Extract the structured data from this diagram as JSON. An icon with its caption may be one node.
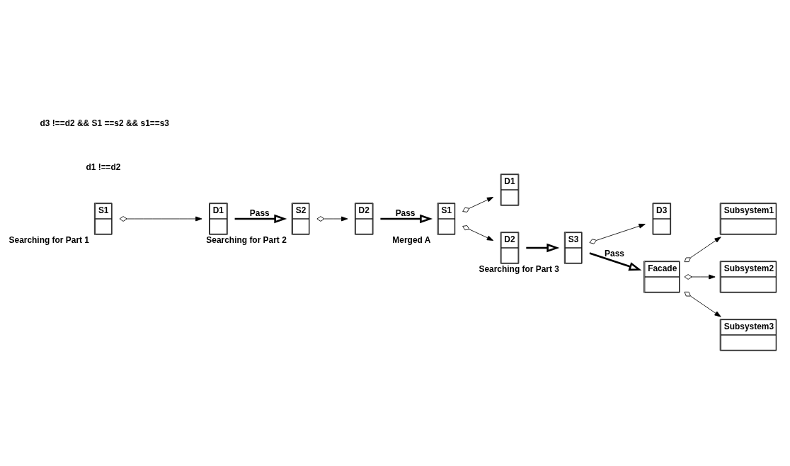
{
  "diagram": {
    "nodes": [
      {
        "text": [
          "S1"
        ],
        "beside": [
          "Searching for Part 1"
        ]
      },
      {
        "text": [
          "D1"
        ]
      },
      {
        "text": [
          "S2"
        ],
        "beside": [
          "Searching for Part 2"
        ]
      },
      {
        "text": [
          "D2"
        ]
      },
      {
        "text": [
          "S1"
        ],
        "beside": [
          "Merged A"
        ]
      },
      {
        "text": [
          "D1"
        ]
      },
      {
        "text": [
          "D2"
        ]
      },
      {
        "text": [
          "S3"
        ],
        "beside": [
          "Searching for Part 3"
        ]
      },
      {
        "text": [
          "D3"
        ]
      },
      {
        "text": [
          "Facade"
        ]
      },
      {
        "text": [
          "Subsystem1"
        ]
      },
      {
        "text": [
          "Subsystem2"
        ]
      },
      {
        "text": [
          "Subsystem3"
        ]
      }
    ],
    "edges": [
      {
        "from": 0,
        "to": 1,
        "arrow": "to"
      },
      {
        "from": 1,
        "to": 2,
        "arrow": "to",
        "label": "Pass",
        "style": "thick"
      },
      {
        "from": 2,
        "to": 3,
        "arrow": "to"
      },
      {
        "from": 3,
        "to": 4,
        "arrow": "to",
        "label": "Pass",
        "style": "thick"
      },
      {
        "from": 4,
        "to": 5,
        "arrow": "to"
      },
      {
        "from": 4,
        "to": 6,
        "arrow": "to"
      },
      {
        "from": 6,
        "to": 7,
        "arrow": "to",
        "style": "thick"
      },
      {
        "from": 7,
        "to": 8,
        "arrow": "to"
      },
      {
        "from": 7,
        "to": 9,
        "arrow": "to",
        "label": "Pass",
        "style": "thick"
      },
      {
        "from": 9,
        "to": 10,
        "arrow": "to"
      },
      {
        "from": 9,
        "to": 11,
        "arrow": "to"
      },
      {
        "from": 9,
        "to": 12,
        "arrow": "to"
      }
    ],
    "labels": [
      "d1 !==d2",
      "d3 !==d2 && S1 ==s2 && s1==s3"
    ]
  }
}
